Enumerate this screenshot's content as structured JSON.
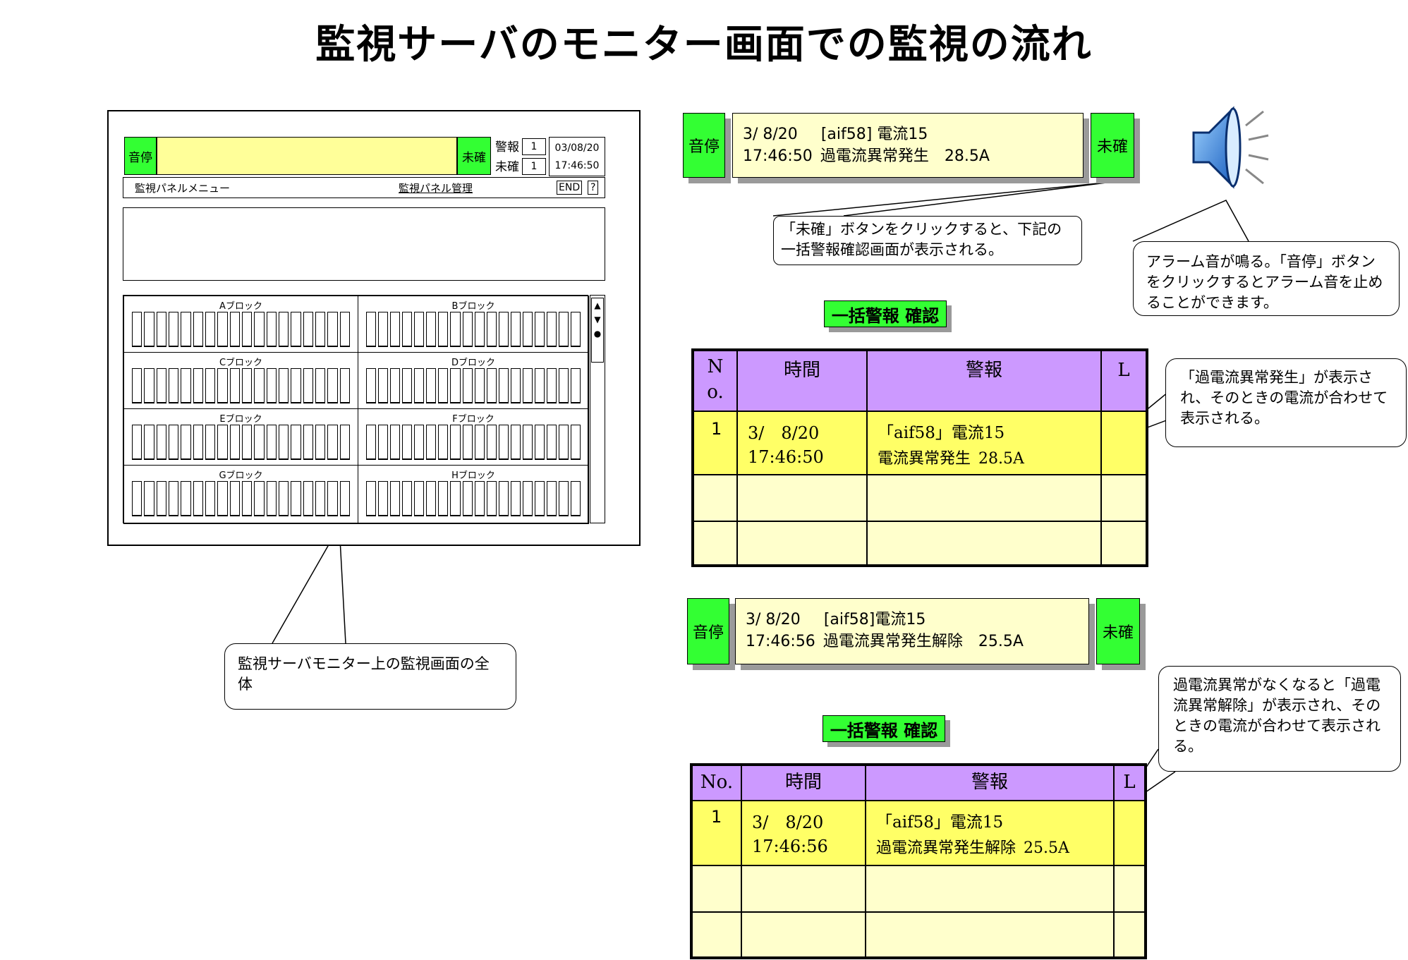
{
  "title": "監視サーバのモニター画面での監視の流れ",
  "monitor": {
    "mute_btn": "音停",
    "unconfirmed_btn": "未確",
    "alarm_label": "警報",
    "alarm_count": "1",
    "unconfirmed_label": "未確",
    "unconfirmed_count": "1",
    "date": "03/08/20",
    "time": "17:46:50",
    "menu_label": "監視パネルメニュー",
    "admin_label": "監視パネル管理",
    "end_btn": "END",
    "help_btn": "?",
    "blocks": [
      "Aブロック",
      "Bブロック",
      "Cブロック",
      "Dブロック",
      "Eブロック",
      "Fブロック",
      "Gブロック",
      "Hブロック"
    ],
    "scroll_up": "▲",
    "scroll_down": "▼",
    "scroll_dot": "●"
  },
  "callouts": {
    "monitor_overall": "監視サーバモニター上の監視画面の全体",
    "click_unconfirmed": "「未確」ボタンをクリックすると、下記の一括警報確認画面が表示される。",
    "alarm_sound": "アラーム音が鳴る。「音停」ボタンをクリックするとアラーム音を止めることができます。",
    "overcurrent_shown": "「過電流異常発生」が表示され、そのときの電流が合わせて表示される。",
    "overcurrent_cleared": "過電流異常がなくなると「過電流異常解除」が表示され、そのときの電流が合わせて表示される。"
  },
  "alarm_bar_1": {
    "mute": "音停",
    "unconfirmed": "未確",
    "line1_date": "3/ 8/20",
    "line1_source": "[aif58] 電流15",
    "line2_time": "17:46:50",
    "line2_msg": "過電流異常発生",
    "line2_value": "28.5A"
  },
  "alarm_bar_2": {
    "mute": "音停",
    "unconfirmed": "未確",
    "line1_date": "3/ 8/20",
    "line1_source": "[aif58]電流15",
    "line2_time": "17:46:56",
    "line2_msg": "過電流異常発生解除",
    "line2_value": "25.5A"
  },
  "confirm_label_1": "一括警報 確認",
  "confirm_label_2": "一括警報 確認",
  "table_1": {
    "headers": {
      "no_line1": "N",
      "no_line2": "o.",
      "time": "時間",
      "alarm": "警報",
      "l": "L"
    },
    "row": {
      "no": "1",
      "date": "3/　8/20",
      "time": "17:46:50",
      "source": "「aif58」電流15",
      "msg": "電流異常発生",
      "value": "28.5A"
    }
  },
  "table_2": {
    "headers": {
      "no": "No.",
      "time": "時間",
      "alarm": "警報",
      "l": "L"
    },
    "row": {
      "no": "1",
      "date": "3/　8/20",
      "time": "17:46:56",
      "source": "「aif58」電流15",
      "msg": "過電流異常発生解除",
      "value": "25.5A"
    }
  }
}
